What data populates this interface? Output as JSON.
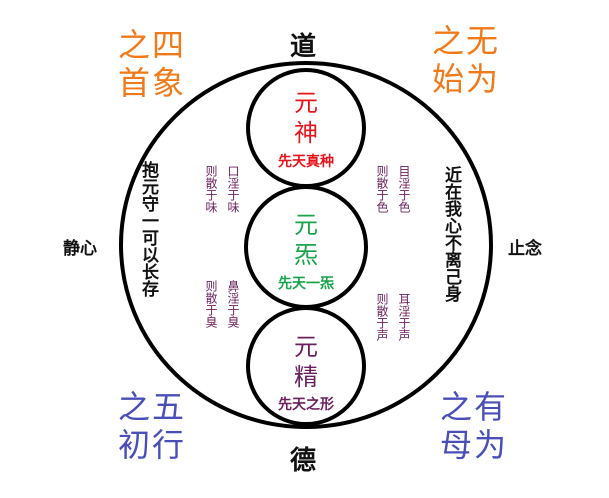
{
  "poles": {
    "top": "道",
    "bottom": "德",
    "left": "静心",
    "right": "止念"
  },
  "corners": {
    "top_left": {
      "line1": "之四",
      "line2": "首象",
      "color": "#f07a1a"
    },
    "top_right": {
      "line1": "之无",
      "line2": "始为",
      "color": "#f07a1a"
    },
    "bottom_left": {
      "line1": "之五",
      "line2": "初行",
      "color": "#4a4fb8"
    },
    "bottom_right": {
      "line1": "之有",
      "line2": "母为",
      "color": "#4a4fb8"
    }
  },
  "inner_circles": {
    "top": {
      "line1": "元",
      "line2": "神",
      "sub": "先天真种",
      "color": "#e8141b"
    },
    "middle": {
      "line1": "元",
      "line2": "炁",
      "sub": "先天一炁",
      "color": "#19a34a"
    },
    "bottom": {
      "line1": "元",
      "line2": "精",
      "sub": "先天之形",
      "color": "#6a1f5c"
    }
  },
  "columns": {
    "left_black": "抱元守一可以长存",
    "right_black": "近在我心不离己身",
    "upper_left_a": "则散于味",
    "upper_left_b": "口淫于味",
    "lower_left_a": "则散于臭",
    "lower_left_b": "鼻淫于臭",
    "upper_right_a": "则散于色",
    "upper_right_b": "目淫于色",
    "lower_right_a": "则散于声",
    "lower_right_b": "耳淫于声"
  },
  "colors": {
    "outline": "#000000",
    "purple_text": "#6a1f5c"
  }
}
